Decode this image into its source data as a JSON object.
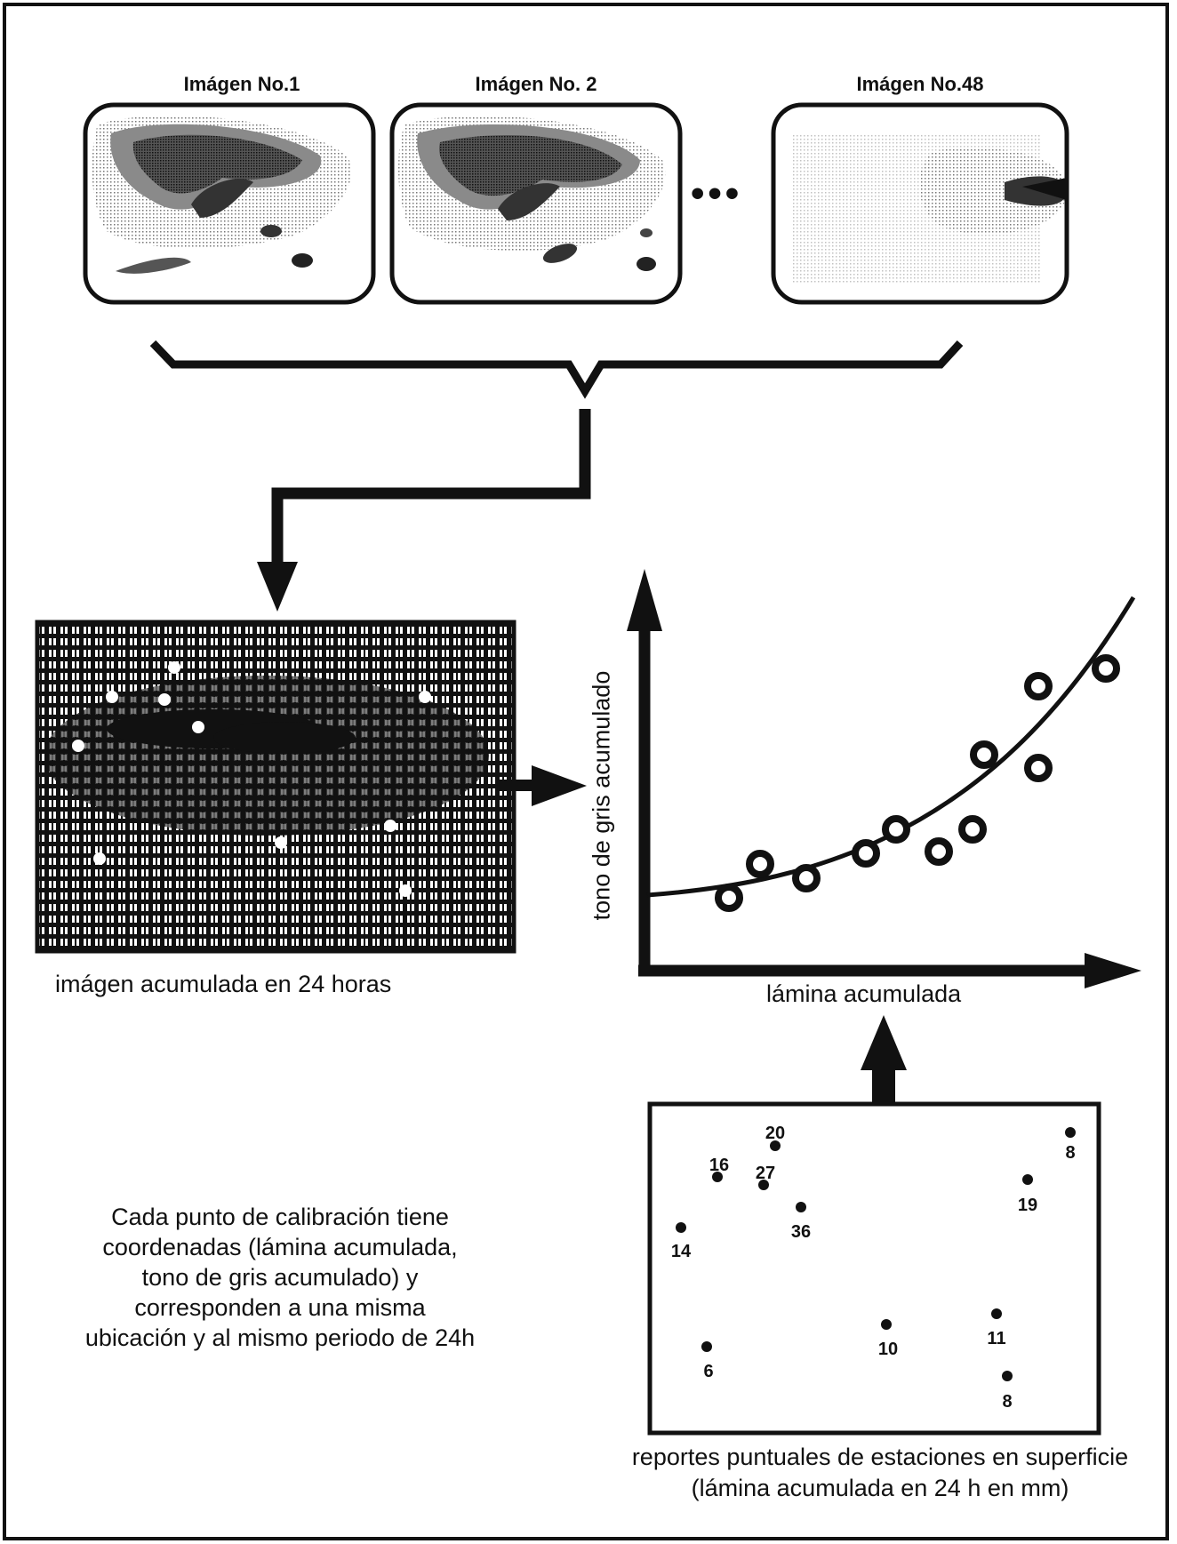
{
  "images": [
    {
      "title": "Imágen No.1"
    },
    {
      "title": "Imágen No. 2"
    },
    {
      "title": "Imágen No.48"
    }
  ],
  "ellipsis": "•••",
  "accumulated_image_caption": "imágen acumulada en 24 horas",
  "chart": {
    "y_axis_label": "tono de gris acumulado",
    "x_axis_label": "lámina acumulada"
  },
  "note_text": "Cada punto de calibración tiene coordenadas (lámina acumulada, tono de gris acumulado) y corresponden a una misma ubicación y al mismo periodo de 24h",
  "stations_caption": "reportes puntuales de estaciones en superficie (lámina acumulada en 24 h en mm)",
  "stations": [
    {
      "value": "20"
    },
    {
      "value": "8"
    },
    {
      "value": "16"
    },
    {
      "value": "27"
    },
    {
      "value": "19"
    },
    {
      "value": "36"
    },
    {
      "value": "14"
    },
    {
      "value": "11"
    },
    {
      "value": "10"
    },
    {
      "value": "6"
    },
    {
      "value": "8"
    }
  ],
  "colors": {
    "ink": "#111111",
    "paper": "#ffffff"
  }
}
